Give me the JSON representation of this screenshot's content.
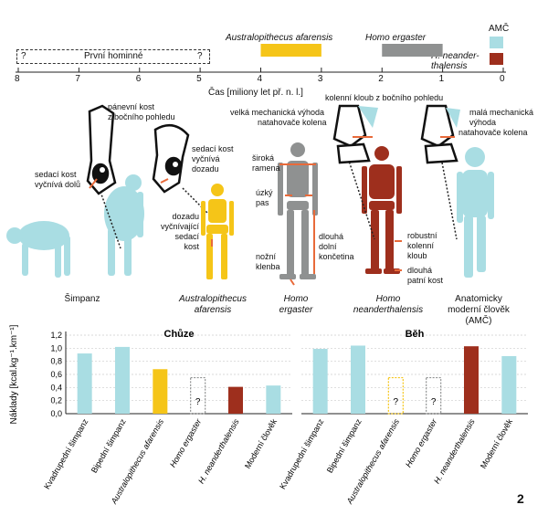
{
  "timeline": {
    "hominins_label": "První hominné",
    "q_left": "?",
    "q_right": "?",
    "afarensis_label": "Australopithecus afarensis",
    "ergaster_label": "Homo ergaster",
    "neander_label_1": "H. neander-",
    "neander_label_2": "thalensis",
    "amc_label": "AMČ",
    "axis_label": "Čas [miliony let př. n. l.]",
    "ticks": [
      "8",
      "7",
      "6",
      "5",
      "4",
      "3",
      "2",
      "1",
      "0"
    ],
    "spans": [
      {
        "name": "Australopithecus afarensis",
        "start": 4.0,
        "end": 3.0,
        "color": "#f5c518"
      },
      {
        "name": "Homo ergaster",
        "start": 2.0,
        "end": 1.0,
        "color": "#8f9191"
      }
    ],
    "colors": {
      "afarensis": "#f5c518",
      "ergaster": "#8f9191",
      "neander": "#9e2f1d",
      "amc": "#a9dde3"
    }
  },
  "annotations": {
    "panevni_1": "pánevní kost",
    "panevni_2": "z bočního pohledu",
    "sedaci_dolu_1": "sedací kost",
    "sedaci_dolu_2": "vyčnívá dolů",
    "sedaci_dozadu_1": "sedací kost",
    "sedaci_dozadu_2": "vyčnívá",
    "sedaci_dozadu_3": "dozadu",
    "dozadu_1": "dozadu",
    "dozadu_2": "vyčnívající",
    "dozadu_3": "sedací",
    "dozadu_4": "kost",
    "velka_1": "velká mechanická výhoda",
    "velka_2": "natahovače kolena",
    "siroka_1": "široká",
    "siroka_2": "ramena",
    "uzky_1": "úzký",
    "uzky_2": "pas",
    "nozni_1": "nožní",
    "nozni_2": "klenba",
    "dlouha_1": "dlouhá",
    "dlouha_2": "dolní",
    "dlouha_3": "končetina",
    "koleni_bocni": "kolenní kloub z bočního pohledu",
    "mala_1": "malá mechanická",
    "mala_2": "výhoda",
    "mala_3": "natahovače kolena",
    "robustni_1": "robustní",
    "robustni_2": "kolenní",
    "robustni_3": "kloub",
    "patni_1": "dlouhá",
    "patni_2": "patní kost"
  },
  "species_labels": {
    "simpanz": "Šimpanz",
    "afarensis_1": "Australopithecus",
    "afarensis_2": "afarensis",
    "ergaster_1": "Homo",
    "ergaster_2": "ergaster",
    "neander_1": "Homo",
    "neander_2": "neanderthalensis",
    "amc_1": "Anatomicky",
    "amc_2": "moderní člověk",
    "amc_3": "(AMČ)"
  },
  "figure_number": "2",
  "chart_data": [
    {
      "type": "bar",
      "title": "Chůze",
      "ylabel": "Náklady [kcal.kg⁻¹.km⁻¹]",
      "ylim": [
        0,
        1.2
      ],
      "yticks": [
        "0,0",
        "0,2",
        "0,4",
        "0,6",
        "0,8",
        "1,0",
        "1,2"
      ],
      "unknown_marker": "?",
      "categories": [
        "Kvadrupední šimpanz",
        "Bipední šimpanz",
        "Australopithecus afarensis",
        "Homo ergaster",
        "H. neanderthalensis",
        "Moderní člověk"
      ],
      "values": [
        0.92,
        1.02,
        0.68,
        null,
        0.41,
        0.43
      ],
      "colors": [
        "#a9dde3",
        "#a9dde3",
        "#f5c518",
        "#8f9191",
        "#9e2f1d",
        "#a9dde3"
      ],
      "italic": [
        false,
        false,
        true,
        true,
        true,
        false
      ]
    },
    {
      "type": "bar",
      "title": "Běh",
      "ylim": [
        0,
        1.2
      ],
      "unknown_marker": "?",
      "categories": [
        "Kvadrupední šimpanz",
        "Bipední šimpanz",
        "Australopithecus afarensis",
        "Homo ergaster",
        "H. neanderthalensis",
        "Moderní člověk"
      ],
      "values": [
        0.99,
        1.04,
        null,
        null,
        1.03,
        0.88
      ],
      "colors": [
        "#a9dde3",
        "#a9dde3",
        "#f5c518",
        "#8f9191",
        "#9e2f1d",
        "#a9dde3"
      ],
      "italic": [
        false,
        false,
        true,
        true,
        true,
        false
      ]
    }
  ]
}
